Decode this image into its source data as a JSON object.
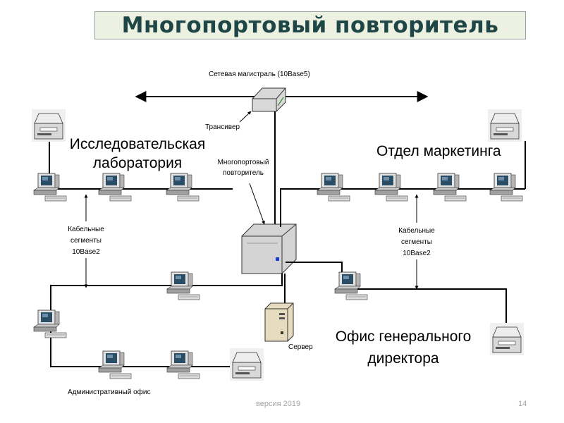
{
  "slide": {
    "title": "Многопортовый повторитель",
    "footer_version": "версия 2019",
    "page_number": "14"
  },
  "diagram": {
    "backbone_label": "Сетевая магистраль (10Base5)",
    "transceiver_label": "Трансивер",
    "repeater_label_line1": "Многопортовый",
    "repeater_label_line2": "повторитель",
    "research_lab_line1": "Исследовательская",
    "research_lab_line2": "лаборатория",
    "marketing_label": "Отдел маркетинга",
    "cable_left_line1": "Кабельные",
    "cable_left_line2": "сегменты",
    "cable_left_line3": "10Base2",
    "cable_right_line1": "Кабельные",
    "cable_right_line2": "сегменты",
    "cable_right_line3": "10Base2",
    "server_label": "Сервер",
    "ceo_office_line1": "Офис генерального",
    "ceo_office_line2": "директора",
    "admin_office_label": "Административный офис"
  }
}
